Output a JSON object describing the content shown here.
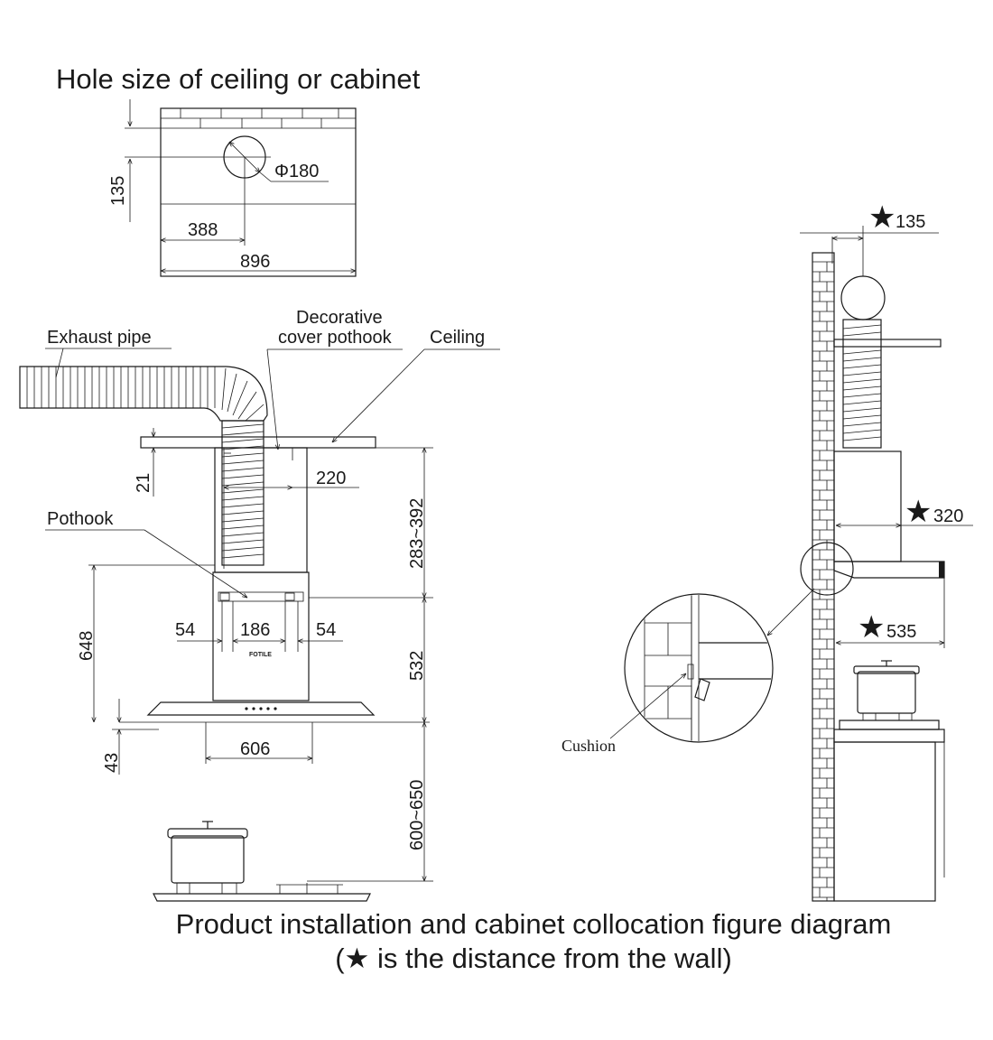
{
  "hole_section": {
    "title": "Hole size of ceiling or cabinet",
    "dims": {
      "d135": "135",
      "d388": "388",
      "d896": "896",
      "diameter": "Φ180"
    }
  },
  "front_view": {
    "labels": {
      "exhaust_pipe": "Exhaust pipe",
      "decorative_1": "Decorative",
      "decorative_2": "cover pothook",
      "ceiling": "Ceiling",
      "pothook": "Pothook",
      "brand": "FOTILE"
    },
    "dims": {
      "d21": "21",
      "d220": "220",
      "d283_392": "283~392",
      "d648": "648",
      "d54_left": "54",
      "d186": "186",
      "d54_right": "54",
      "d532": "532",
      "d43": "43",
      "d606": "606",
      "d600_650": "600~650"
    }
  },
  "side_view": {
    "labels": {
      "cushion": "Cushion"
    },
    "dims": {
      "d135": "135",
      "d320": "320",
      "d535": "535"
    }
  },
  "caption": {
    "line1": "Product installation and cabinet collocation figure diagram",
    "line2": "(★ is the distance from the wall)"
  }
}
